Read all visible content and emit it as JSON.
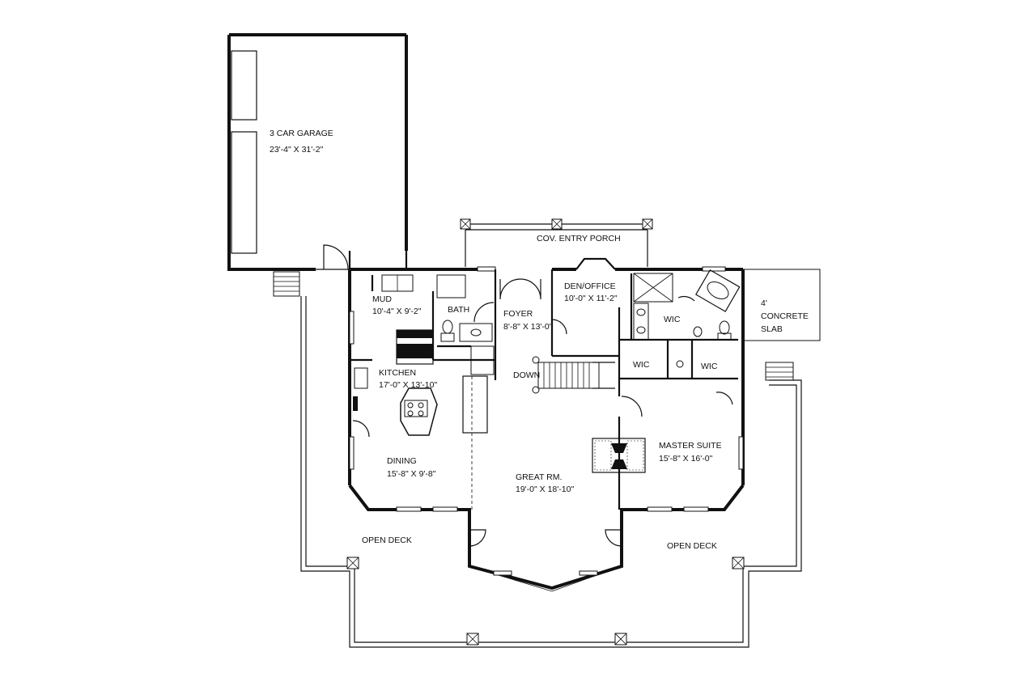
{
  "rooms": {
    "garage": {
      "name": "3 CAR GARAGE",
      "dims": "23'-4\" X 31'-2\""
    },
    "porch": {
      "name": "COV. ENTRY PORCH"
    },
    "mud": {
      "name": "MUD",
      "dims": "10'-4\" X 9'-2\""
    },
    "bath": {
      "name": "BATH"
    },
    "foyer": {
      "name": "FOYER",
      "dims": "8'-8\" X 13'-0\""
    },
    "den": {
      "name": "DEN/OFFICE",
      "dims": "10'-0\" X 11'-2\""
    },
    "wic_top": {
      "name": "WIC"
    },
    "wic_left": {
      "name": "WIC"
    },
    "wic_right": {
      "name": "WIC"
    },
    "slab": {
      "line1": "4'",
      "line2": "CONCRETE",
      "line3": "SLAB"
    },
    "kitchen": {
      "name": "KITCHEN",
      "dims": "17'-0\" X 13'-10\""
    },
    "down": {
      "name": "DOWN"
    },
    "dining": {
      "name": "DINING",
      "dims": "15'-8\" X 9'-8\""
    },
    "great": {
      "name": "GREAT RM.",
      "dims": "19'-0\" X 18'-10\""
    },
    "master": {
      "name": "MASTER SUITE",
      "dims": "15'-8\" X 16'-0\""
    },
    "deck_left": {
      "name": "OPEN DECK"
    },
    "deck_right": {
      "name": "OPEN DECK"
    }
  }
}
